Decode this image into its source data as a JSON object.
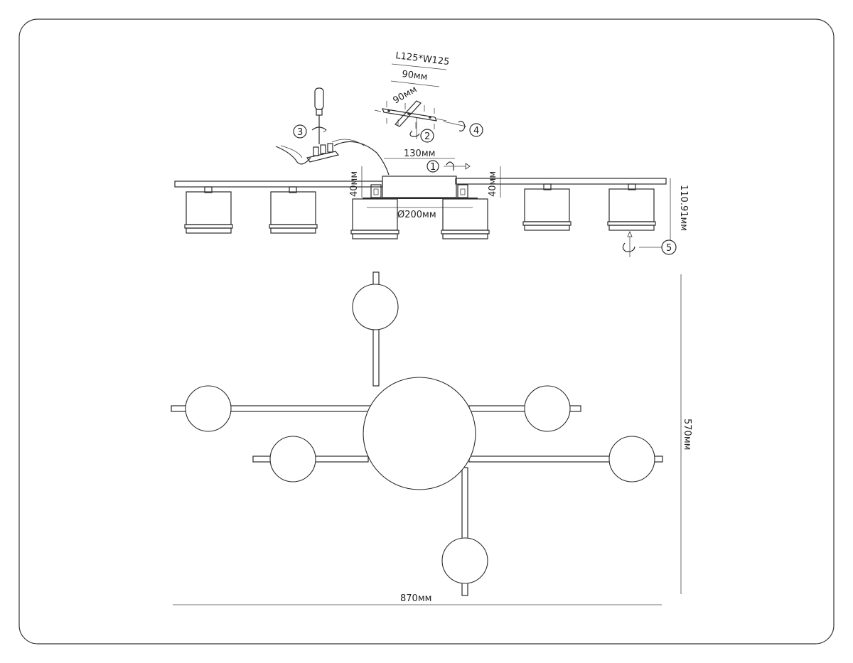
{
  "diagram": {
    "plate_size": "L125*W125",
    "bracket_width": "90мм",
    "bracket_length": "90мм",
    "canopy_width": "130мм",
    "canopy_diameter": "Ø200мм",
    "arm_height_left": "40мм",
    "arm_height_right": "40мм",
    "total_height": "110.91мм",
    "total_depth": "570мм",
    "total_width": "870мм",
    "steps": [
      "1",
      "2",
      "3",
      "4",
      "5"
    ]
  }
}
